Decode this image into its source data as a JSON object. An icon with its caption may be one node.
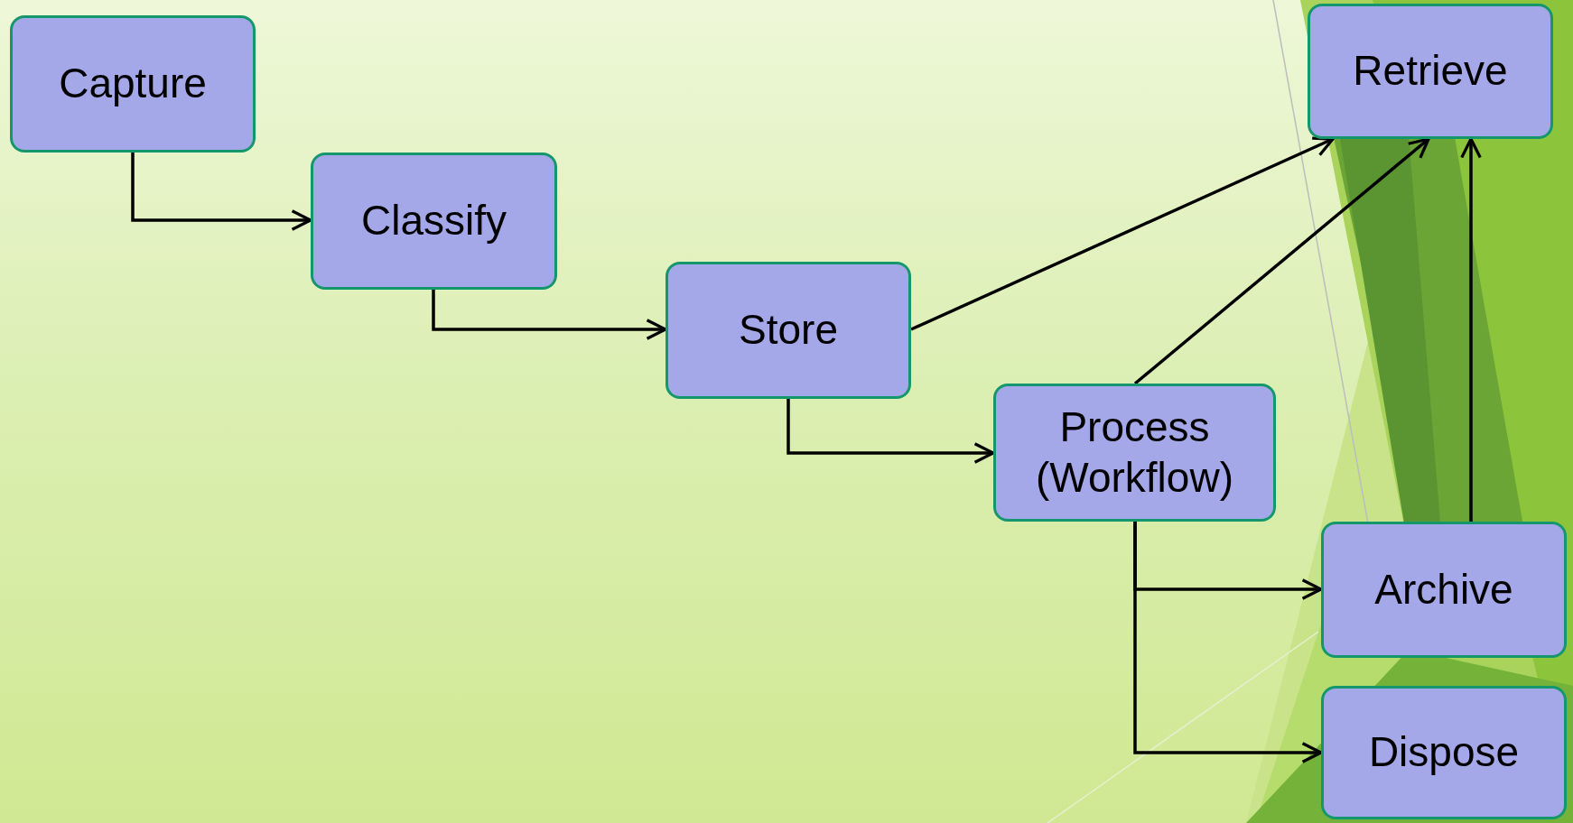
{
  "diagram": {
    "nodes": [
      {
        "text": [
          "Capture"
        ]
      },
      {
        "text": [
          "Classify"
        ]
      },
      {
        "text": [
          "Store"
        ]
      },
      {
        "text": [
          "Process (Workflow)"
        ]
      },
      {
        "text": [
          "Retrieve"
        ]
      },
      {
        "text": [
          "Archive"
        ]
      },
      {
        "text": [
          "Dispose"
        ]
      }
    ],
    "edges": [
      {
        "from": 0,
        "to": 1,
        "arrow": "to"
      },
      {
        "from": 1,
        "to": 2,
        "arrow": "to"
      },
      {
        "from": 2,
        "to": 3,
        "arrow": "to"
      },
      {
        "from": 2,
        "to": 4,
        "arrow": "to"
      },
      {
        "from": 3,
        "to": 4,
        "arrow": "to"
      },
      {
        "from": 5,
        "to": 4,
        "arrow": "to"
      },
      {
        "from": 3,
        "to": 5,
        "arrow": "to"
      },
      {
        "from": 3,
        "to": 6,
        "arrow": "to"
      }
    ]
  }
}
